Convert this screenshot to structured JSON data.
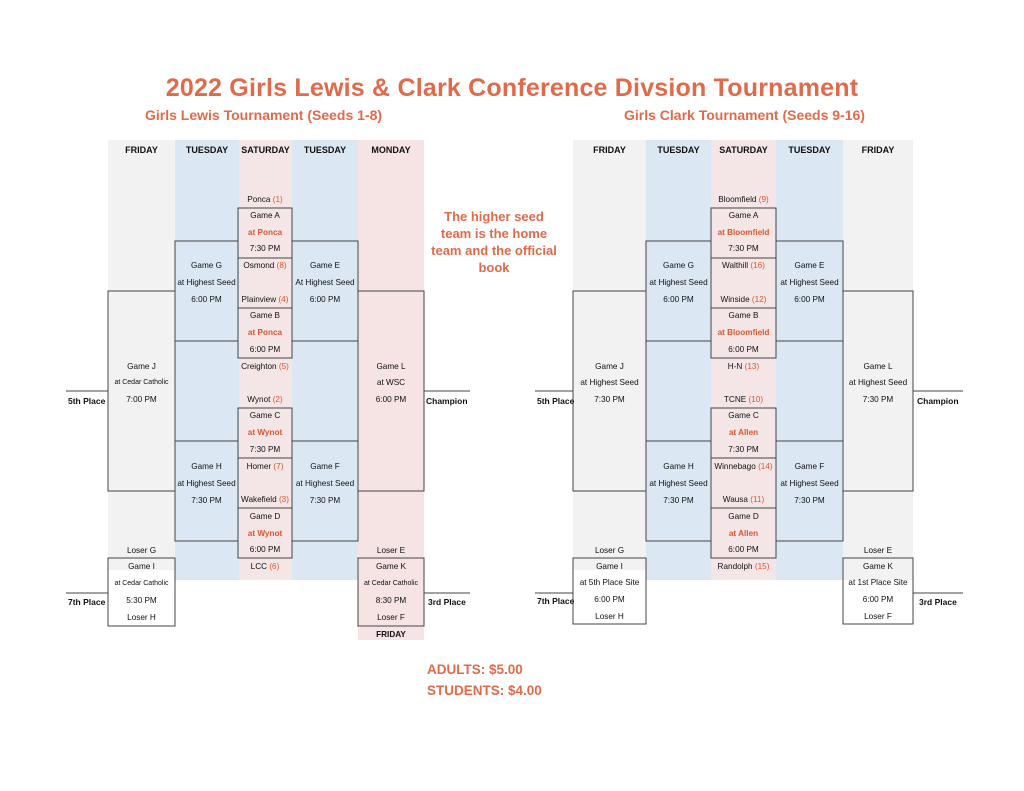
{
  "title": "2022 Girls Lewis & Clark Conference Divsion Tournament",
  "lewis": {
    "subtitle": "Girls Lewis Tournament (Seeds 1-8)",
    "days": [
      "FRIDAY",
      "TUESDAY",
      "SATURDAY",
      "TUESDAY",
      "MONDAY"
    ],
    "game_a": {
      "team1": "Ponca",
      "seed1": "(1)",
      "name": "Game A",
      "site": "at Ponca",
      "time": "7:30 PM",
      "team2": "Osmond",
      "seed2": "(8)"
    },
    "game_b": {
      "team1": "Plainview",
      "seed1": "(4)",
      "name": "Game B",
      "site": "at Ponca",
      "time": "6:00 PM",
      "team2": "Creighton",
      "seed2": "(5)"
    },
    "game_c": {
      "team1": "Wynot",
      "seed1": "(2)",
      "name": "Game C",
      "site": "at Wynot",
      "time": "7:30 PM",
      "team2": "Homer",
      "seed2": "(7)"
    },
    "game_d": {
      "team1": "Wakefield",
      "seed1": "(3)",
      "name": "Game D",
      "site": "at Wynot",
      "time": "6:00 PM",
      "team2": "LCC",
      "seed2": "(6)"
    },
    "game_g": {
      "name": "Game G",
      "site": "at Highest Seed",
      "time": "6:00 PM"
    },
    "game_e": {
      "name": "Game E",
      "site": "At Highest Seed",
      "time": "6:00 PM"
    },
    "game_h": {
      "name": "Game H",
      "site": "at Highest Seed",
      "time": "7:30 PM"
    },
    "game_f": {
      "name": "Game F",
      "site": "at Highest Seed",
      "time": "7:30 PM"
    },
    "game_j": {
      "name": "Game J",
      "site": "at Cedar Catholic",
      "time": "7:00 PM"
    },
    "game_l": {
      "name": "Game L",
      "site": "at WSC",
      "time": "6:00 PM"
    },
    "game_i": {
      "top": "Loser G",
      "name": "Game I",
      "site": "at Cedar Catholic",
      "time": "5:30 PM",
      "bottom": "Loser H"
    },
    "game_k": {
      "top": "Loser E",
      "name": "Game K",
      "site": "at Cedar Catholic",
      "time": "8:30 PM",
      "bottom": "Loser F",
      "day": "FRIDAY"
    },
    "place5": "5th Place",
    "champion": "Champion",
    "place7": "7th Place",
    "place3": "3rd Place"
  },
  "clark": {
    "subtitle": "Girls Clark Tournament (Seeds 9-16)",
    "days": [
      "FRIDAY",
      "TUESDAY",
      "SATURDAY",
      "TUESDAY",
      "FRIDAY"
    ],
    "game_a": {
      "team1": "Bloomfield",
      "seed1": "(9)",
      "name": "Game A",
      "site": "at Bloomfield",
      "time": "7:30 PM",
      "team2": "Walthill",
      "seed2": "(16)"
    },
    "game_b": {
      "team1": "Winside",
      "seed1": "(12)",
      "name": "Game B",
      "site": "at Bloomfield",
      "time": "6:00 PM",
      "team2": "H-N",
      "seed2": "(13)"
    },
    "game_c": {
      "team1": "TCNE",
      "seed1": "(10)",
      "name": "Game C",
      "site": "at Allen",
      "time": "7:30 PM",
      "team2": "Winnebago",
      "seed2": "(14)"
    },
    "game_d": {
      "team1": "Wausa",
      "seed1": "(11)",
      "name": "Game D",
      "site": "at Allen",
      "time": "6:00 PM",
      "team2": "Randolph",
      "seed2": "(15)"
    },
    "game_g": {
      "name": "Game G",
      "site": "at Highest Seed",
      "time": "6:00 PM"
    },
    "game_e": {
      "name": "Game E",
      "site": "at Highest Seed",
      "time": "6:00 PM"
    },
    "game_h": {
      "name": "Game H",
      "site": "at Highest Seed",
      "time": "7:30 PM"
    },
    "game_f": {
      "name": "Game F",
      "site": "at Highest Seed",
      "time": "7:30 PM"
    },
    "game_j": {
      "name": "Game J",
      "site": "at Highest Seed",
      "time": "7:30 PM"
    },
    "game_l": {
      "name": "Game L",
      "site": "at Highest Seed",
      "time": "7:30 PM"
    },
    "game_i": {
      "top": "Loser G",
      "name": "Game I",
      "site": "at 5th Place Site",
      "time": "6:00 PM",
      "bottom": "Loser H"
    },
    "game_k": {
      "top": "Loser E",
      "name": "Game K",
      "site": "at 1st Place Site",
      "time": "6:00 PM",
      "bottom": "Loser F"
    },
    "place5": "5th Place",
    "champion": "Champion",
    "place7": "7th Place",
    "place3": "3rd Place"
  },
  "note": {
    "line1": "The higher seed",
    "line2": "team is the home",
    "line3": "team and the official",
    "line4": "book"
  },
  "prices": {
    "adults": "ADULTS: $5.00",
    "students": "STUDENTS:  $4.00"
  },
  "colors": {
    "accent": "#e06a4a",
    "site_red": "#d9572f",
    "band_blue": "#dbe8f3",
    "band_red": "#f6e3e3",
    "band_gray": "#f2f2f2"
  }
}
